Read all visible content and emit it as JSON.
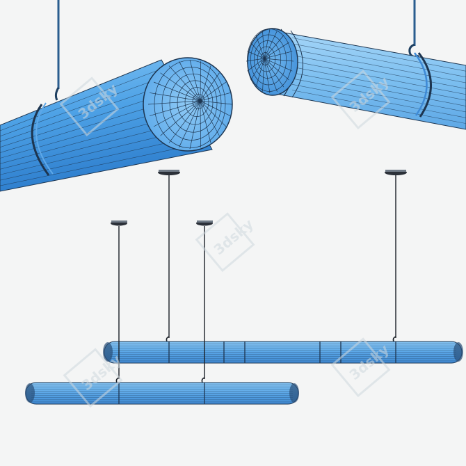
{
  "watermark": {
    "text": "3dsky",
    "color": "#cfd8de"
  },
  "colors": {
    "background": "#f4f5f5",
    "tube_light": "#7cc0f2",
    "tube_mid": "#4c9fe4",
    "tube_dark": "#2f7fd0",
    "wire": "#1a1f26",
    "edge": "#1d3550"
  },
  "scene": {
    "top_left": "tube-closeup-left",
    "top_right": "tube-closeup-right",
    "bottom": "pendant-pair"
  }
}
